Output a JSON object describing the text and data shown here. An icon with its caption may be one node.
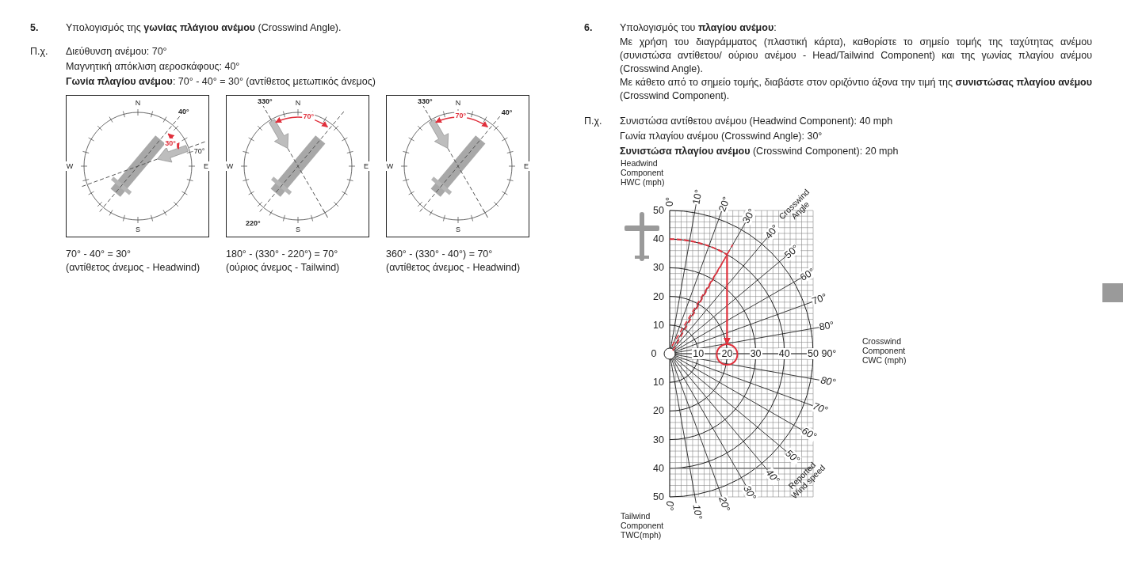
{
  "diagram": {
    "nodes": [
      {
        "text": [
          "N",
          "40°",
          "30°",
          "70°",
          "W",
          "E",
          "S"
        ]
      },
      {
        "text": [
          "330°",
          "N",
          "70°",
          "W",
          "E",
          "220°",
          "S"
        ]
      },
      {
        "text": [
          "330°",
          "N",
          "40°",
          "70°",
          "W",
          "E",
          "S"
        ]
      }
    ],
    "labels": [
      "5.",
      "Υπολογισμός της **γωνίας πλάγιου ανέμου** (Crosswind Angle).",
      "Π.χ.",
      "Διεύθυνση ανέμου: 70°",
      "Μαγνητική απόκλιση αεροσκάφους: 40°",
      "**Γωνία πλαγίου ανέμου**: 70° - 40° = 30° (αντίθετος μετωπικός άνεμος)",
      "70° - 40° = 30°",
      "180° - (330° - 220°) = 70°",
      "360° - (330° - 40°) = 70°",
      "(αντίθετος άνεμος - Headwind)",
      "(ούριος άνεμος - Tailwind)",
      "(αντίθετος άνεμος - Headwind)",
      "6.",
      "Υπολογισμός του **πλαγίου ανέμου**:",
      "Με χρήση του διαγράμματος (πλαστική κάρτα), καθορίστε το σημείο τομής της ταχύτητας ανέμου (συνιστώσα αντίθετου/ ούριου ανέμου - Head/Tailwind Component) και της γωνίας πλαγίου ανέμου (Crosswind Angle).",
      "Με κάθετο από το σημείο τομής, διαβάστε στον οριζόντιο άξονα την τιμή της **συνιστώσας πλαγίου ανέμου** (Crosswind Component).",
      "Π.χ.",
      "Συνιστώσα αντίθετου ανέμου (Headwind Component): 40 mph",
      "Γωνία πλαγίου ανέμου (Crosswind Angle): 30°",
      "**Συνιστώσα πλαγίου ανέμου** (Crosswind Component): 20 mph",
      "Headwind Component HWC (mph)",
      "0°",
      "10°",
      "20°",
      "30°",
      "40°",
      "50°",
      "60°",
      "70°",
      "80°",
      "Crosswind Angle",
      "50",
      "40",
      "30",
      "20",
      "10",
      "0",
      "10",
      "20",
      "30",
      "40",
      "50",
      "90°",
      "Crosswind Component CWC (mph)",
      "10",
      "20",
      "30",
      "40",
      "50",
      "80°",
      "70°",
      "60°",
      "50°",
      "40°",
      "30°",
      "20°",
      "10°",
      "0°",
      "Reported Wind speed",
      "Tailwind Component TWC(mph)"
    ]
  }
}
